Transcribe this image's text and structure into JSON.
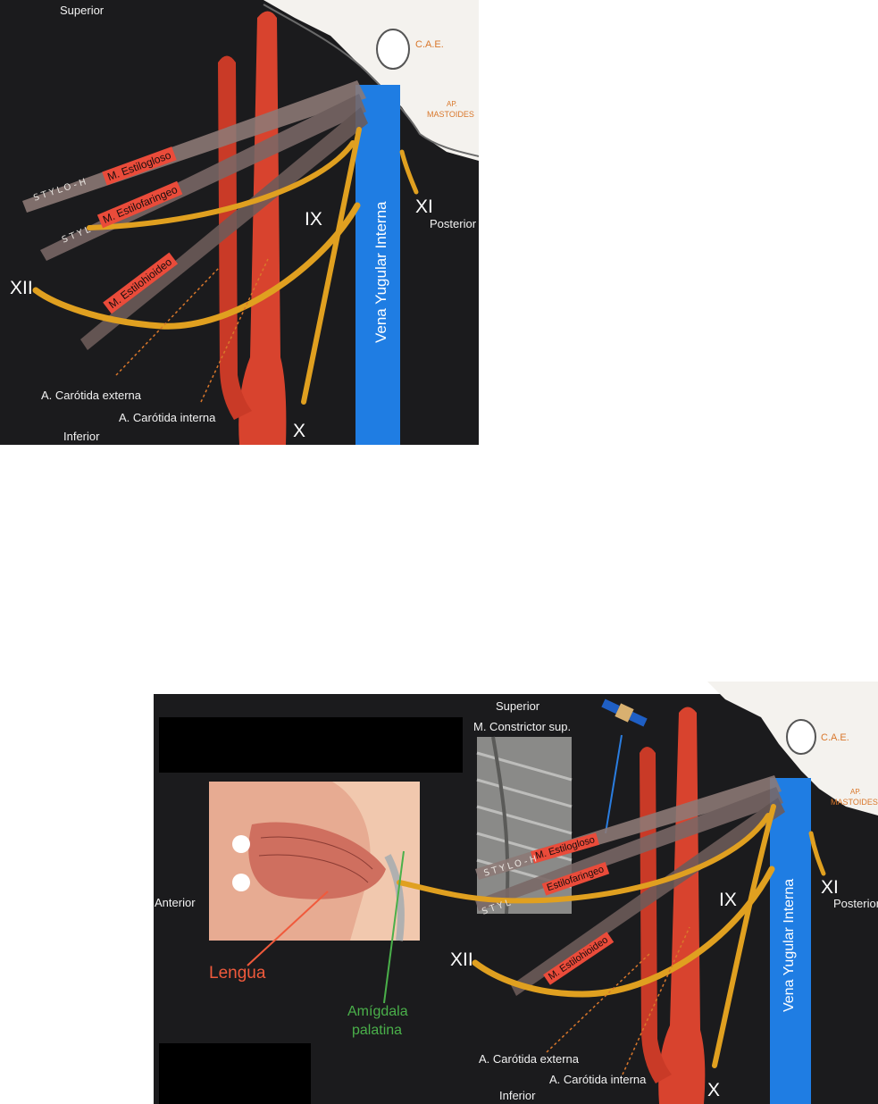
{
  "top_panel": {
    "superior": "Superior",
    "inferior": "Inferior",
    "posterior": "Posterior",
    "cae": "C.A.E.",
    "ap": "AP.",
    "mastoides": "MASTOIDES",
    "nerve_ix": "IX",
    "nerve_x": "X",
    "nerve_xi": "XI",
    "nerve_xii": "XII",
    "vein": "Vena Yugular Interna",
    "m_estilogloso": "M. Estilogloso",
    "m_estilofaringeo": "M. Estilofaringeo",
    "m_estilohioideo": "M. Estilohioideo",
    "stylo_h": "STYLO-H",
    "stylo_l": "STYL",
    "carotida_externa": "A. Carótida externa",
    "carotida_interna": "A. Carótida interna"
  },
  "bottom_panel": {
    "superior": "Superior",
    "inferior": "Inferior",
    "posterior": "Posterior",
    "anterior": "Anterior",
    "constrictor": "M. Constrictor sup.",
    "cae": "C.A.E.",
    "ap": "AP.",
    "mastoides": "MASTOIDES",
    "nerve_ix": "IX",
    "nerve_x": "X",
    "nerve_xi": "XI",
    "nerve_xii": "XII",
    "vein": "Vena Yugular Interna",
    "m_estilogloso": "M. Estilogloso",
    "m_estilofaringeo": "Estilofaringeo",
    "m_estilohioideo": "M. Estilohioideo",
    "stylo_h": "STYLO-H",
    "stylo_l": "STYL",
    "carotida_externa": "A. Carótida externa",
    "carotida_interna": "A. Carótida interna",
    "lengua": "Lengua",
    "amigdala_1": "Amígdala",
    "amigdala_2": "palatina"
  },
  "colors": {
    "background": "#1b1b1d",
    "artery": "#d8432e",
    "vein": "#1f7de3",
    "nerve": "#e0a020",
    "muscle_tag": "#ea4b3a",
    "orange_label": "#d9772b",
    "lengua_label": "#f05a3c",
    "amigdala_label": "#4ab04a"
  }
}
